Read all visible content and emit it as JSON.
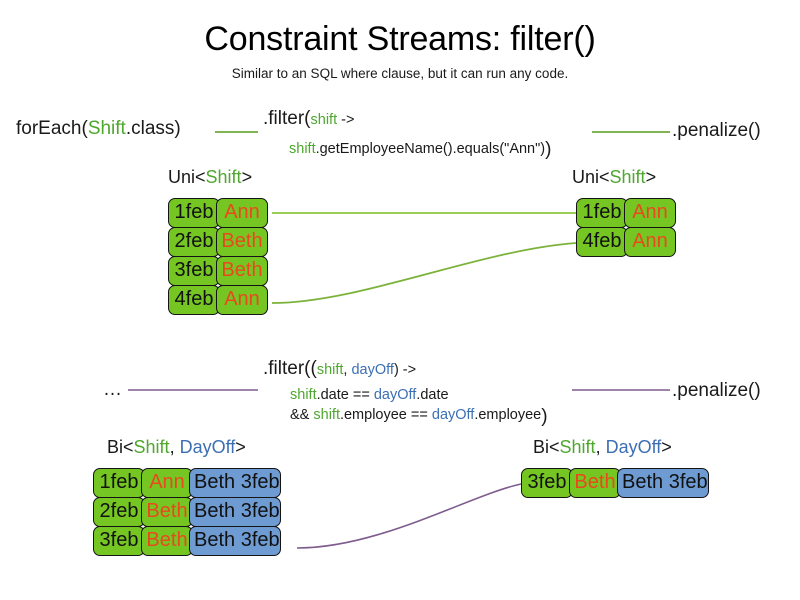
{
  "slide": {
    "title": "Constraint Streams: filter()",
    "subtitle": "Similar to an SQL where clause, but it can run any code."
  },
  "colors": {
    "shift_green": "#4EA72E",
    "dayoff_blue": "#3C6FB4",
    "pill_green": "#76C623",
    "pill_blue": "#6E9BD2",
    "name_orange": "#E8491D",
    "wire_green": "#8CC63F",
    "wire_purple": "#7E5C8E"
  },
  "row1": {
    "source": {
      "prefix": "forEach(",
      "type": "Shift",
      "suffix": ".class)"
    },
    "filter": {
      "head": ".filter(",
      "param": "shift",
      "arrow": " ->",
      "body_var": "shift",
      "body_rest": ".getEmployeeName().equals(\"Ann\")",
      "close": ")"
    },
    "terminal": ".penalize()",
    "input_stream": {
      "header_prefix": "Uni<",
      "header_type": "Shift",
      "header_suffix": ">",
      "rows": [
        {
          "date": "1feb",
          "name": "Ann"
        },
        {
          "date": "2feb",
          "name": "Beth"
        },
        {
          "date": "3feb",
          "name": "Beth"
        },
        {
          "date": "4feb",
          "name": "Ann"
        }
      ]
    },
    "output_stream": {
      "header_prefix": "Uni<",
      "header_type": "Shift",
      "header_suffix": ">",
      "rows": [
        {
          "date": "1feb",
          "name": "Ann"
        },
        {
          "date": "4feb",
          "name": "Ann"
        }
      ]
    }
  },
  "row2": {
    "source": "…",
    "filter": {
      "head": ".filter((",
      "param1": "shift",
      "comma": ", ",
      "param2": "dayOff",
      "arrow": ") ->",
      "l2_var1": "shift",
      "l2_mid": ".date == ",
      "l2_var2": "dayOff",
      "l2_end": ".date",
      "l3_and": "&& ",
      "l3_var1": "shift",
      "l3_mid": ".employee == ",
      "l3_var2": "dayOff",
      "l3_end": ".employee",
      "close": ")"
    },
    "terminal": ".penalize()",
    "input_stream": {
      "header_prefix": "Bi<",
      "header_type1": "Shift",
      "header_comma": ", ",
      "header_type2": "DayOff",
      "header_suffix": ">",
      "rows": [
        {
          "date": "1feb",
          "name": "Ann",
          "pair": "Beth 3feb"
        },
        {
          "date": "2feb",
          "name": "Beth",
          "pair": "Beth 3feb"
        },
        {
          "date": "3feb",
          "name": "Beth",
          "pair": "Beth 3feb"
        }
      ]
    },
    "output_stream": {
      "header_prefix": "Bi<",
      "header_type1": "Shift",
      "header_comma": ", ",
      "header_type2": "DayOff",
      "header_suffix": ">",
      "rows": [
        {
          "date": "3feb",
          "name": "Beth",
          "pair": "Beth 3feb"
        }
      ]
    }
  }
}
